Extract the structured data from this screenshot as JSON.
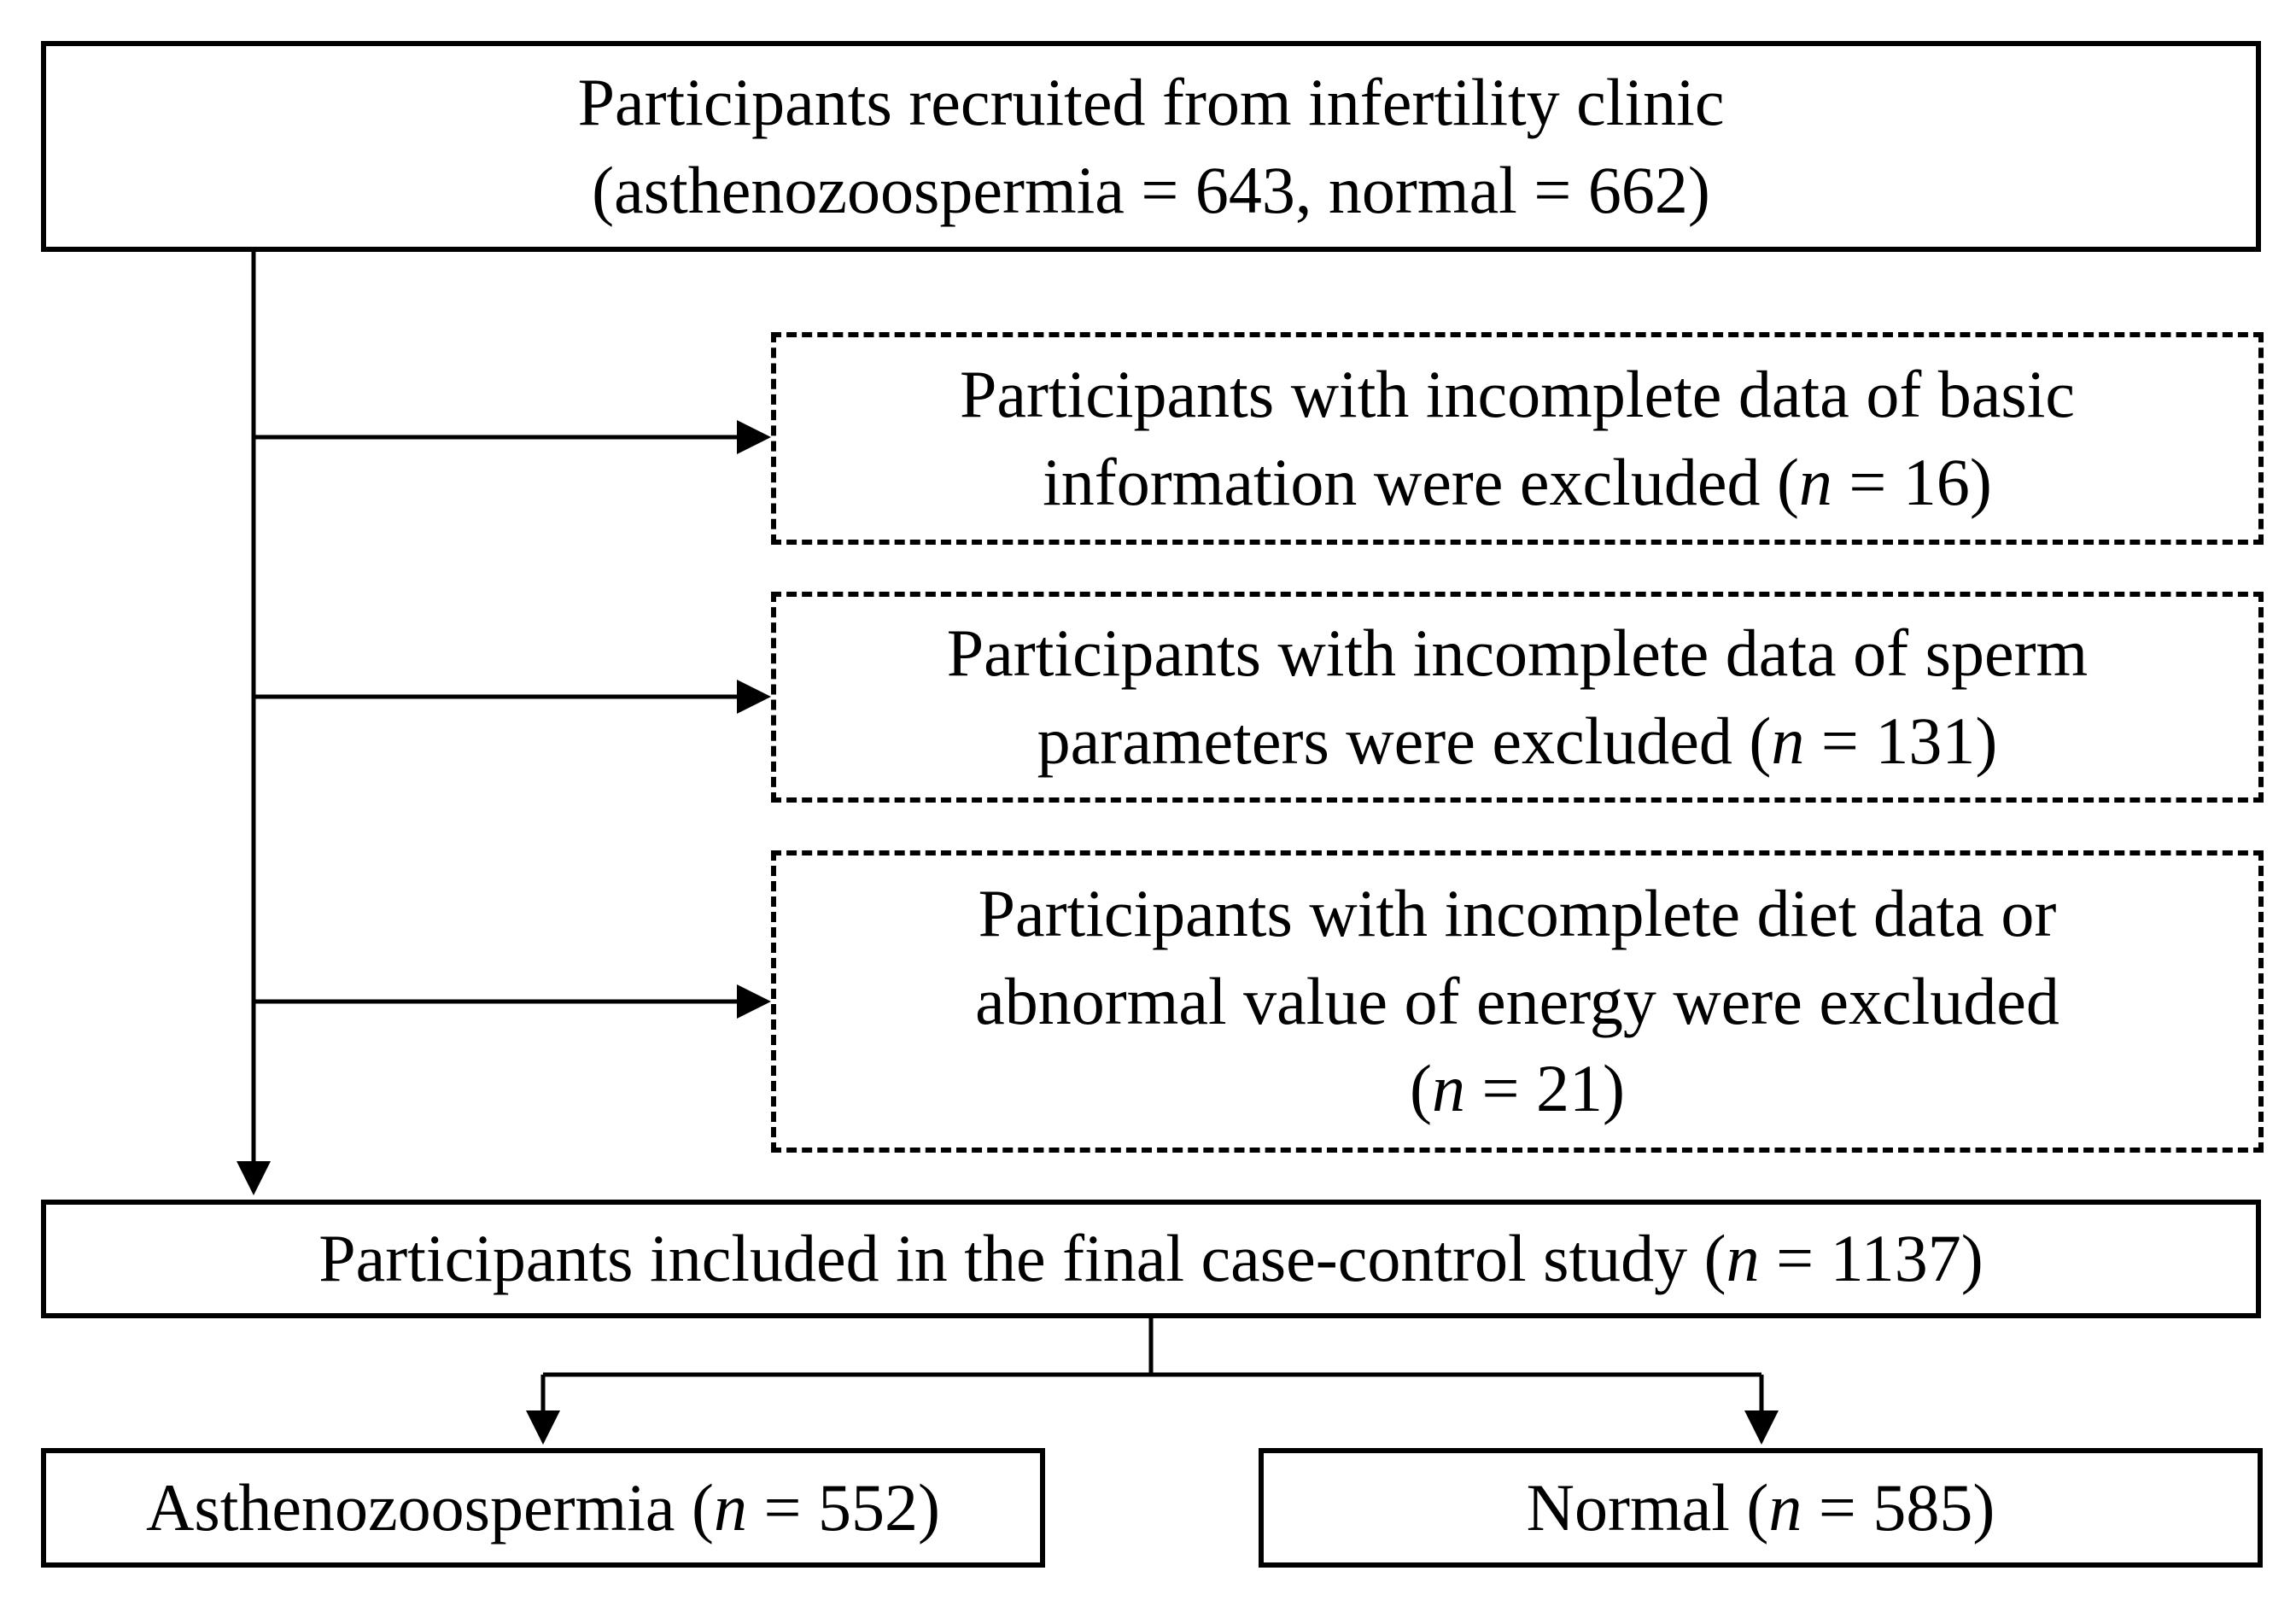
{
  "flowchart": {
    "start": {
      "line1": "Participants recruited from infertility clinic",
      "line2": "(asthenozoospermia = 643, normal = 662)"
    },
    "exclusions": [
      {
        "line1": "Participants with incomplete data of basic",
        "line2_pre": "information were excluded (",
        "n_symbol": "n",
        "line2_post": " = 16)"
      },
      {
        "line1": "Participants with incomplete data of sperm",
        "line2_pre": "parameters were excluded (",
        "n_symbol": "n",
        "line2_post": " = 131)"
      },
      {
        "line1": "Participants with incomplete diet data or",
        "line2": "abnormal value of energy were excluded",
        "line3_pre": "(",
        "n_symbol": "n",
        "line3_post": " = 21)"
      }
    ],
    "final": {
      "pre": "Participants included in the final case-control study (",
      "n_symbol": "n",
      "post": " = 1137)"
    },
    "groups": [
      {
        "pre": "Asthenozoospermia (",
        "n_symbol": "n",
        "post": " = 552)"
      },
      {
        "pre": "Normal (",
        "n_symbol": "n",
        "post": " = 585)"
      }
    ]
  }
}
